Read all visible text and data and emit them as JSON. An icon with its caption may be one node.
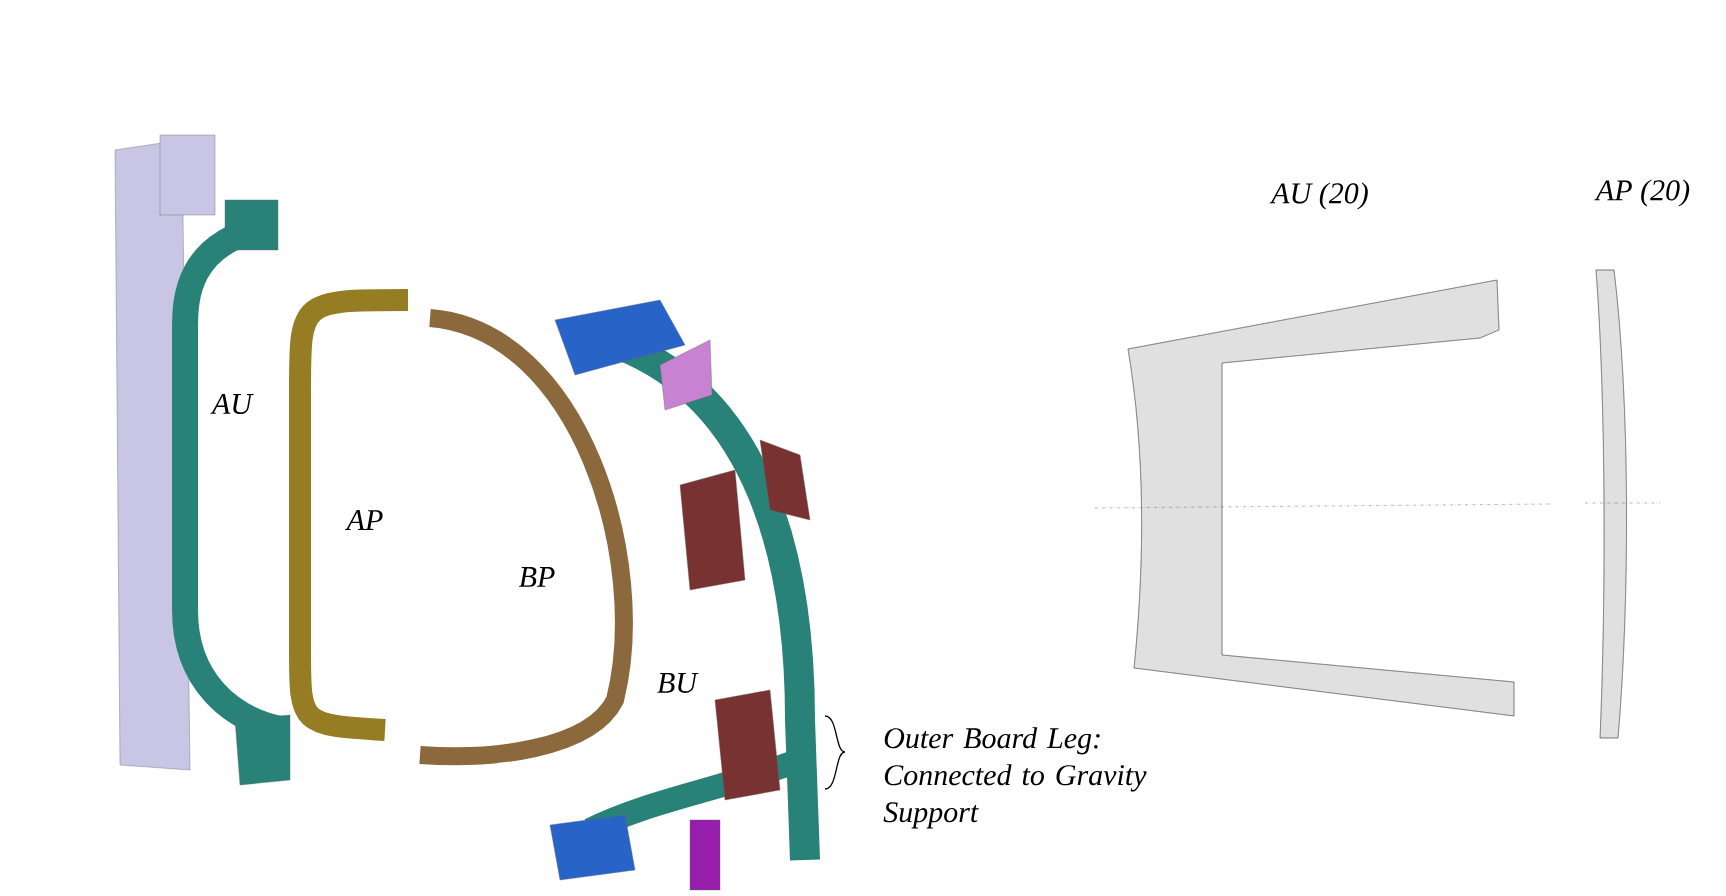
{
  "diagram": {
    "labels": [
      "AU (20)",
      "AP (20)",
      "AU",
      "AP",
      "BP",
      "BU",
      "Outer Board Leg: Connected to Gravity Support"
    ]
  }
}
